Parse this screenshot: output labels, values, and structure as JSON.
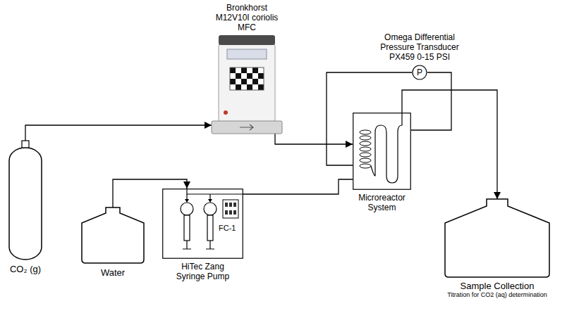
{
  "diagram": {
    "nodes": [
      {
        "text": [
          "Bronkhorst M12V10I coriolis MFC"
        ]
      },
      {
        "text": [
          "Omega Differential Pressure Transducer PX459 0-15 PSI",
          "P"
        ]
      },
      {
        "text": [
          "CO₂ (g)"
        ]
      },
      {
        "text": [
          "Water"
        ]
      },
      {
        "text": [
          "HiTec Zang Syringe Pump",
          "FC-1"
        ]
      },
      {
        "text": [
          "Microreactor System"
        ]
      },
      {
        "text": [
          "Sample Collection",
          "Titration for CO2 (aq) determination"
        ]
      }
    ],
    "edges": [
      {
        "from": 2,
        "to": 0,
        "arrow": "to"
      },
      {
        "from": 0,
        "to": 5,
        "arrow": "to"
      },
      {
        "from": 3,
        "to": 4,
        "arrow": "to"
      },
      {
        "from": 4,
        "to": 5,
        "arrow": "none"
      },
      {
        "from": 5,
        "to": 6,
        "arrow": "to"
      },
      {
        "from": 1,
        "to": 5,
        "arrow": "none"
      },
      {
        "from": 1,
        "to": 5,
        "arrow": "none"
      }
    ]
  }
}
